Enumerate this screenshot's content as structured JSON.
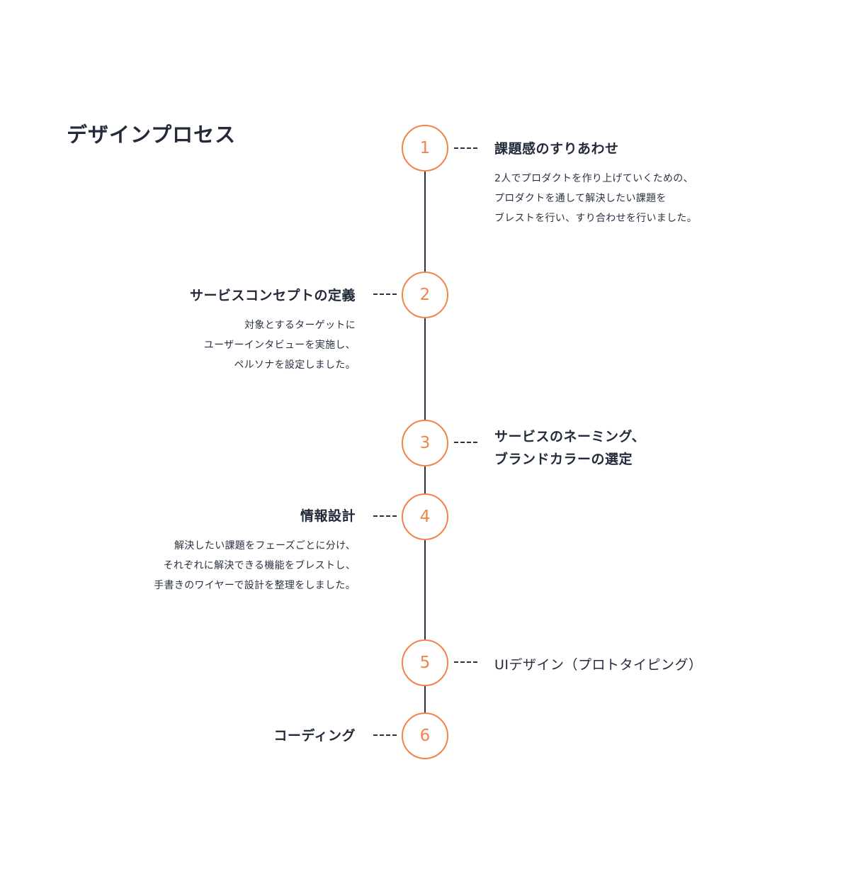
{
  "page_title": "デザインプロセス",
  "colors": {
    "accent": "#f2834a",
    "line": "#2a3142",
    "text": "#232a3b"
  },
  "steps": [
    {
      "number": "1",
      "title": "課題感のすりあわせ",
      "description": "2人でプロダクトを作り上げていくための、\nプロダクトを通して解決したい課題を\nブレストを行い、すり合わせを行いました。",
      "side": "right"
    },
    {
      "number": "2",
      "title": "サービスコンセプトの定義",
      "description": "対象とするターゲットに\nユーザーインタビューを実施し、\nペルソナを設定しました。",
      "side": "left"
    },
    {
      "number": "3",
      "title": "サービスのネーミング、\nブランドカラーの選定",
      "description": "",
      "side": "right"
    },
    {
      "number": "4",
      "title": "情報設計",
      "description": "解決したい課題をフェーズごとに分け、\nそれぞれに解決できる機能をブレストし、\n手書きのワイヤーで設計を整理をしました。",
      "side": "left"
    },
    {
      "number": "5",
      "title": "UIデザイン（プロトタイピング）",
      "description": "",
      "side": "right"
    },
    {
      "number": "6",
      "title": "コーディング",
      "description": "",
      "side": "left"
    }
  ]
}
